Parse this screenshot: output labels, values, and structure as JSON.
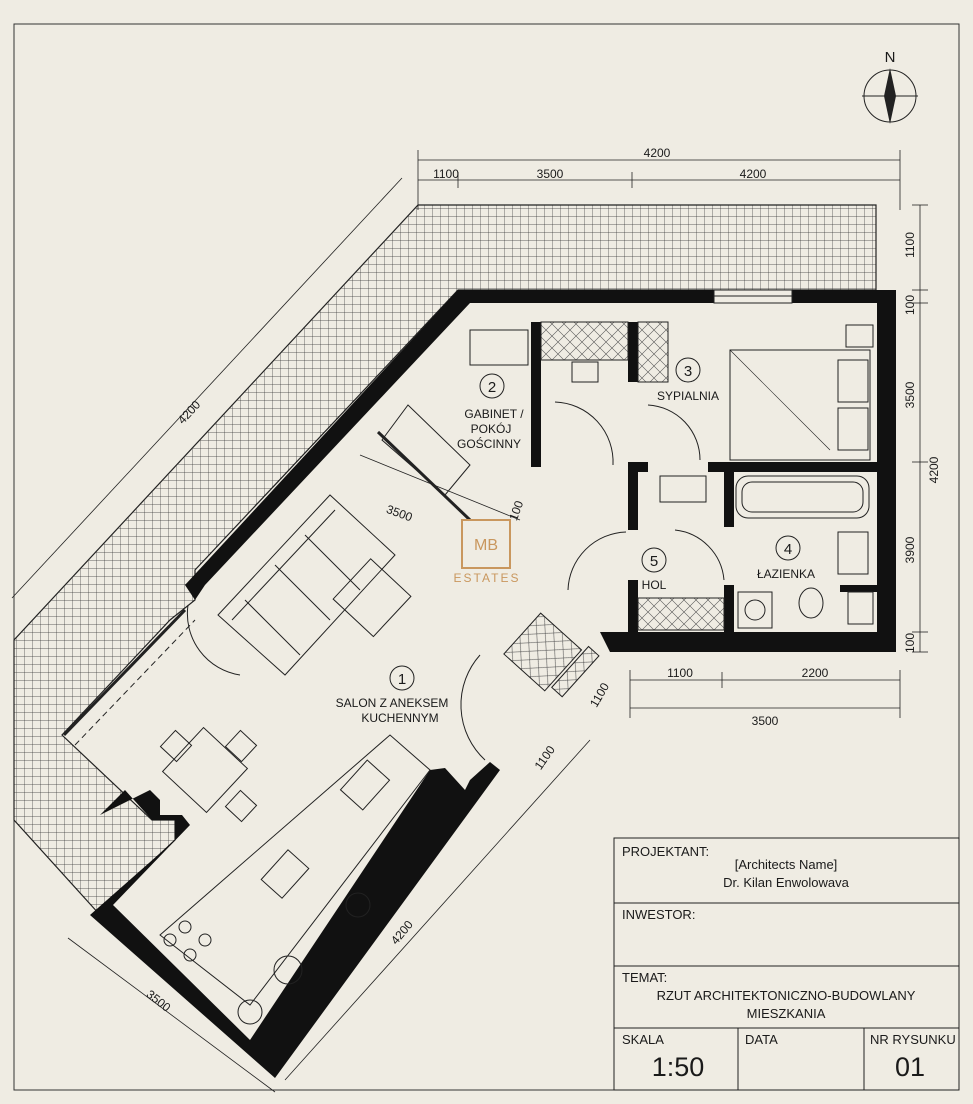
{
  "north_label": "N",
  "dimensions": {
    "top_overall": "4200",
    "top_seg_1": "1100",
    "top_seg_2": "3500",
    "top_seg_3": "4200",
    "right_top": "1100",
    "right_100_a": "100",
    "right_3500": "3500",
    "right_overall": "4200",
    "right_3900": "3900",
    "right_100_b": "100",
    "bottom_1100": "1100",
    "bottom_2200": "2200",
    "bottom_3500": "3500",
    "diag_left": "4200",
    "inner_3500": "3500",
    "inner_100": "100",
    "step_1100_a": "1100",
    "step_1100_b": "1100",
    "kitchen_4200": "4200",
    "kitchen_3500": "3500"
  },
  "rooms": [
    {
      "num": "1",
      "line1": "SALON Z ANEKSEM",
      "line2": "KUCHENNYM",
      "line3": ""
    },
    {
      "num": "2",
      "line1": "GABINET /",
      "line2": "POKÓJ",
      "line3": "GOŚCINNY"
    },
    {
      "num": "3",
      "line1": "SYPIALNIA",
      "line2": "",
      "line3": ""
    },
    {
      "num": "4",
      "line1": "ŁAZIENKA",
      "line2": "",
      "line3": ""
    },
    {
      "num": "5",
      "line1": "HOL",
      "line2": "",
      "line3": ""
    }
  ],
  "logo": {
    "mark": "MB",
    "text": "ESTATES",
    "color": "#c9975e"
  },
  "title_block": {
    "designer_label": "PROJEKTANT:",
    "designer_line1": "[Architects Name]",
    "designer_line2": "Dr. Kilan Enwolowava",
    "investor_label": "INWESTOR:",
    "subject_label": "TEMAT:",
    "subject_line1": "RZUT ARCHITEKTONICZNO-BUDOWLANY",
    "subject_line2": "MIESZKANIA",
    "scale_label": "SKALA",
    "scale_value": "1:50",
    "date_label": "DATA",
    "drawing_no_label": "NR RYSUNKU",
    "drawing_no_value": "01"
  },
  "colors": {
    "paper": "#efece3",
    "ink": "#1a1a1a",
    "wall": "#111111"
  }
}
